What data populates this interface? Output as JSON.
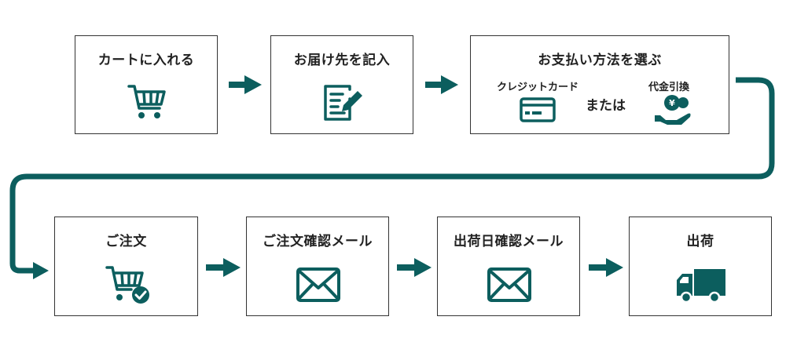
{
  "colors": {
    "accent": "#0c5e5e",
    "border": "#333333",
    "text": "#222222"
  },
  "steps": [
    {
      "title": "カートに入れる",
      "icon": "shopping-cart-icon"
    },
    {
      "title": "お届け先を記入",
      "icon": "form-edit-icon"
    },
    {
      "title": "お支払い方法を選ぶ",
      "options": [
        {
          "label": "クレジットカード",
          "icon": "credit-card-icon"
        },
        {
          "label": "代金引換",
          "icon": "cash-on-delivery-icon"
        }
      ],
      "separator": "または"
    },
    {
      "title": "ご注文",
      "icon": "cart-check-icon"
    },
    {
      "title": "ご注文確認メール",
      "icon": "envelope-icon"
    },
    {
      "title": "出荷日確認メール",
      "icon": "envelope-icon"
    },
    {
      "title": "出荷",
      "icon": "delivery-truck-icon"
    }
  ]
}
